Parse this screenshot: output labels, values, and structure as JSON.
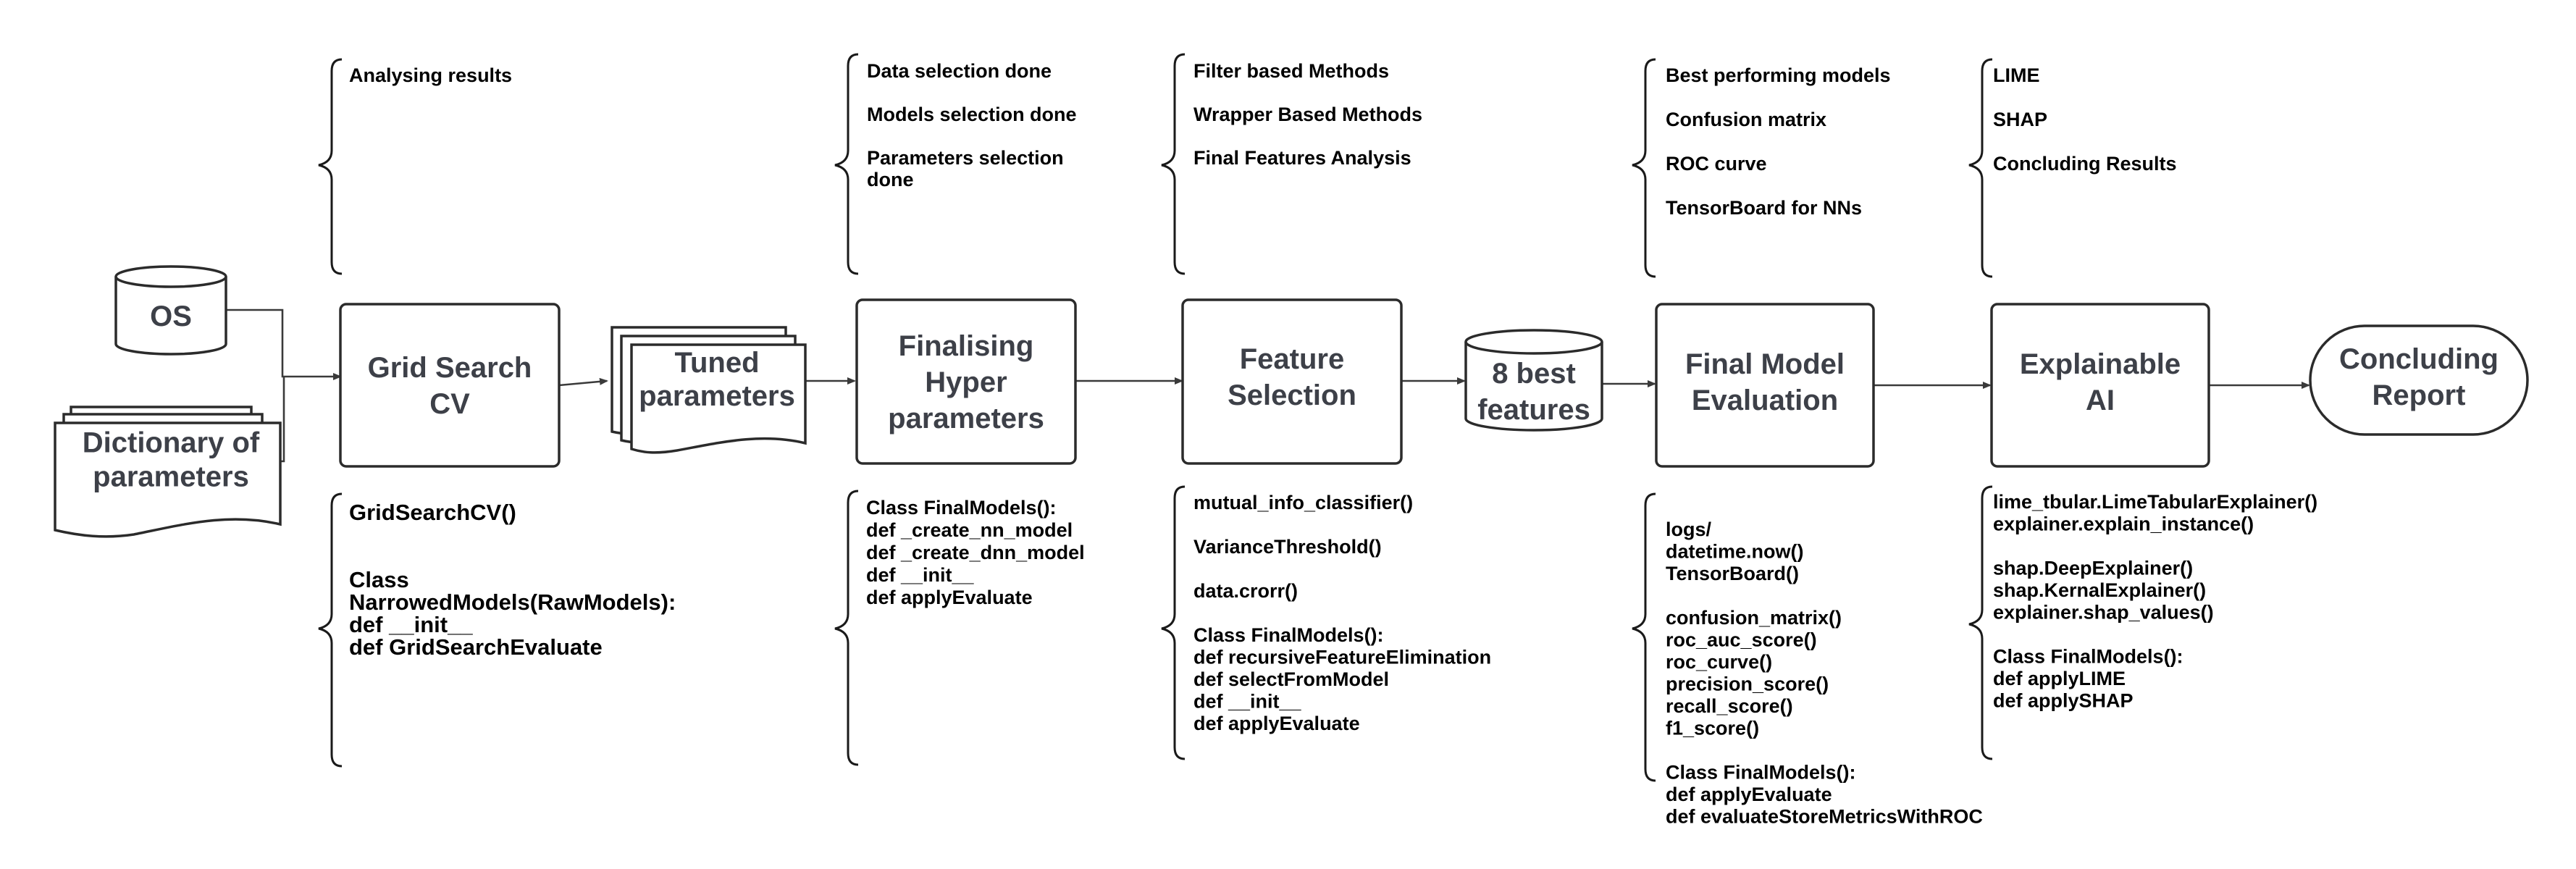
{
  "nodes": {
    "os": [
      "OS"
    ],
    "dict": [
      "Dictionary of",
      "parameters"
    ],
    "gscv": [
      "Grid Search",
      "CV"
    ],
    "tuned": [
      "Tuned",
      "parameters"
    ],
    "fhp": [
      "Finalising",
      "Hyper",
      "parameters"
    ],
    "fs": [
      "Feature",
      "Selection"
    ],
    "best": [
      "8 best",
      "features"
    ],
    "fme": [
      "Final Model",
      "Evaluation"
    ],
    "xai": [
      "Explainable",
      "AI"
    ],
    "report": [
      "Concluding",
      "Report"
    ]
  },
  "top_notes": {
    "gscv": [
      "Analysing results"
    ],
    "fhp": [
      "Data selection done",
      "",
      "Models selection done",
      "",
      "Parameters selection",
      "done"
    ],
    "fs": [
      "Filter based Methods",
      "",
      "Wrapper Based Methods",
      "",
      "Final Features Analysis"
    ],
    "fme": [
      "Best performing models",
      "",
      "Confusion matrix",
      "",
      "ROC curve",
      "",
      "TensorBoard for NNs"
    ],
    "xai": [
      "LIME",
      "",
      "SHAP",
      "",
      "Concluding Results"
    ]
  },
  "bottom_notes": {
    "gscv": [
      "GridSearchCV()",
      "",
      "",
      "Class",
      "NarrowedModels(RawModels):",
      "def __init__",
      "def GridSearchEvaluate"
    ],
    "fhp": [
      "Class FinalModels():",
      "def _create_nn_model",
      "def _create_dnn_model",
      "def __init__",
      "def applyEvaluate"
    ],
    "fs": [
      "mutual_info_classifier()",
      "",
      "VarianceThreshold()",
      "",
      "data.crorr()",
      "",
      "Class FinalModels():",
      "def recursiveFeatureElimination",
      "def selectFromModel",
      "def __init__",
      "def applyEvaluate"
    ],
    "fme": [
      "logs/",
      "datetime.now()",
      "TensorBoard()",
      "",
      "confusion_matrix()",
      "roc_auc_score()",
      "roc_curve()",
      "precision_score()",
      "recall_score()",
      "f1_score()",
      "",
      "Class FinalModels():",
      "def applyEvaluate",
      "def evaluateStoreMetricsWithROC"
    ],
    "xai": [
      "lime_tbular.LimeTabularExplainer()",
      "explainer.explain_instance()",
      "",
      "shap.DeepExplainer()",
      "shap.KernalExplainer()",
      "explainer.shap_values()",
      "",
      "Class FinalModels():",
      "def applyLIME",
      "def applySHAP"
    ]
  },
  "colors": {
    "label": "#3d4048",
    "stroke": "#2b2b2b",
    "note": "#000000"
  }
}
